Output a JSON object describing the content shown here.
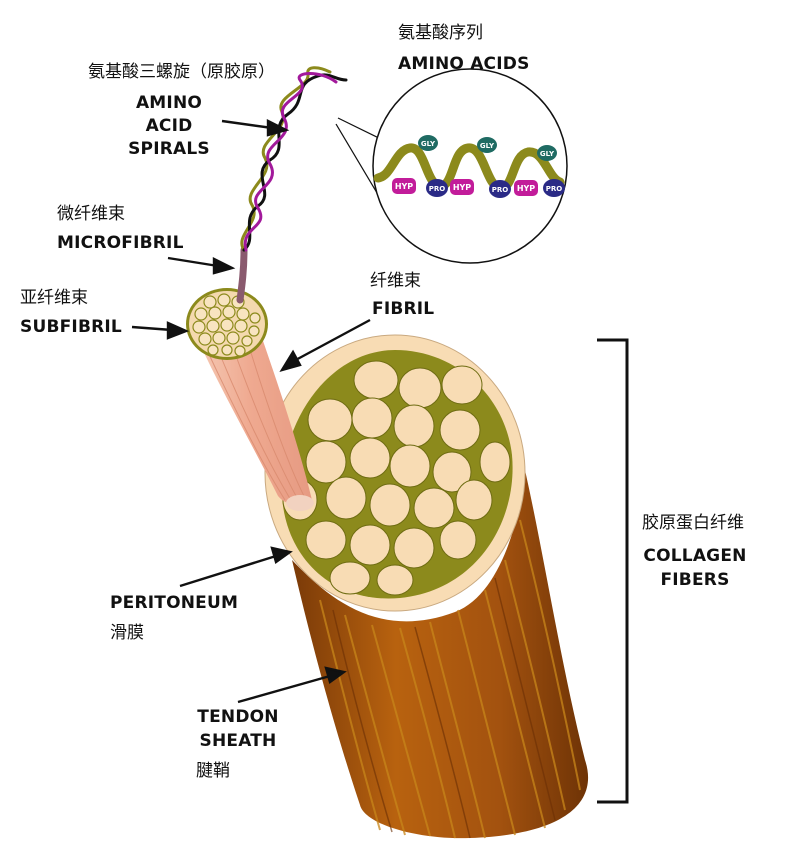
{
  "labels": {
    "amino_acids_zh": "氨基酸序列",
    "amino_acids_en": "AMINO ACIDS",
    "triple_helix_zh": "氨基酸三螺旋（原胶原）",
    "spirals_en_1": "AMINO",
    "spirals_en_2": "ACID",
    "spirals_en_3": "SPIRALS",
    "microfibril_zh": "微纤维束",
    "microfibril_en": "MICROFIBRIL",
    "subfibril_zh": "亚纤维束",
    "subfibril_en": "SUBFIBRIL",
    "fibril_zh": "纤维束",
    "fibril_en": "FIBRIL",
    "collagen_zh": "胶原蛋白纤维",
    "collagen_en_1": "COLLAGEN",
    "collagen_en_2": "FIBERS",
    "peritoneum_en": "PERITONEUM",
    "peritoneum_zh": "滑膜",
    "tendon_en_1": "TENDON",
    "tendon_en_2": "SHEATH",
    "tendon_zh": "腱鞘"
  },
  "amino_sequence": {
    "gly": "GLY",
    "hyp": "HYP",
    "pro": "PRO"
  },
  "colors": {
    "olive": "#8c8a1c",
    "cream": "#f8dcb4",
    "tendon_brown": "#a3520f",
    "tendon_stripe": "#c67a12",
    "gly_teal": "#1f6b63",
    "hyp_magenta": "#c21c9a",
    "pro_navy": "#2a2a86",
    "helix_purple": "#a2199b",
    "helix_black": "#111111",
    "fibril_pink": "#f3b8a0",
    "microfibril_mauve": "#8a5a6e"
  }
}
